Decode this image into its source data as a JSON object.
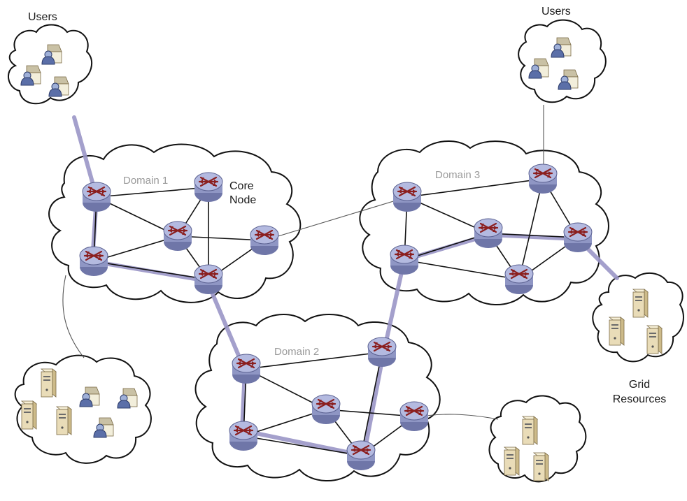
{
  "labels": {
    "users_top_left": "Users",
    "users_top_right": "Users",
    "domain1": "Domain 1",
    "domain2": "Domain 2",
    "domain3": "Domain 3",
    "core_node_line1": "Core",
    "core_node_line2": "Node",
    "grid_resources_line1": "Grid",
    "grid_resources_line2": "Resources"
  },
  "colors": {
    "cloud_stroke": "#111111",
    "link": "#111111",
    "highlight_path": "#9a96c6",
    "router_body": "#8f96c4",
    "router_top": "#b4bae0",
    "router_arrow": "#8b1f1f",
    "server": "#e9dcb8",
    "user_house": "#f2eedb",
    "user_person": "#5b6fa8"
  },
  "icons": {
    "router": "router-icon",
    "server": "server-icon",
    "user": "user-house-icon"
  }
}
